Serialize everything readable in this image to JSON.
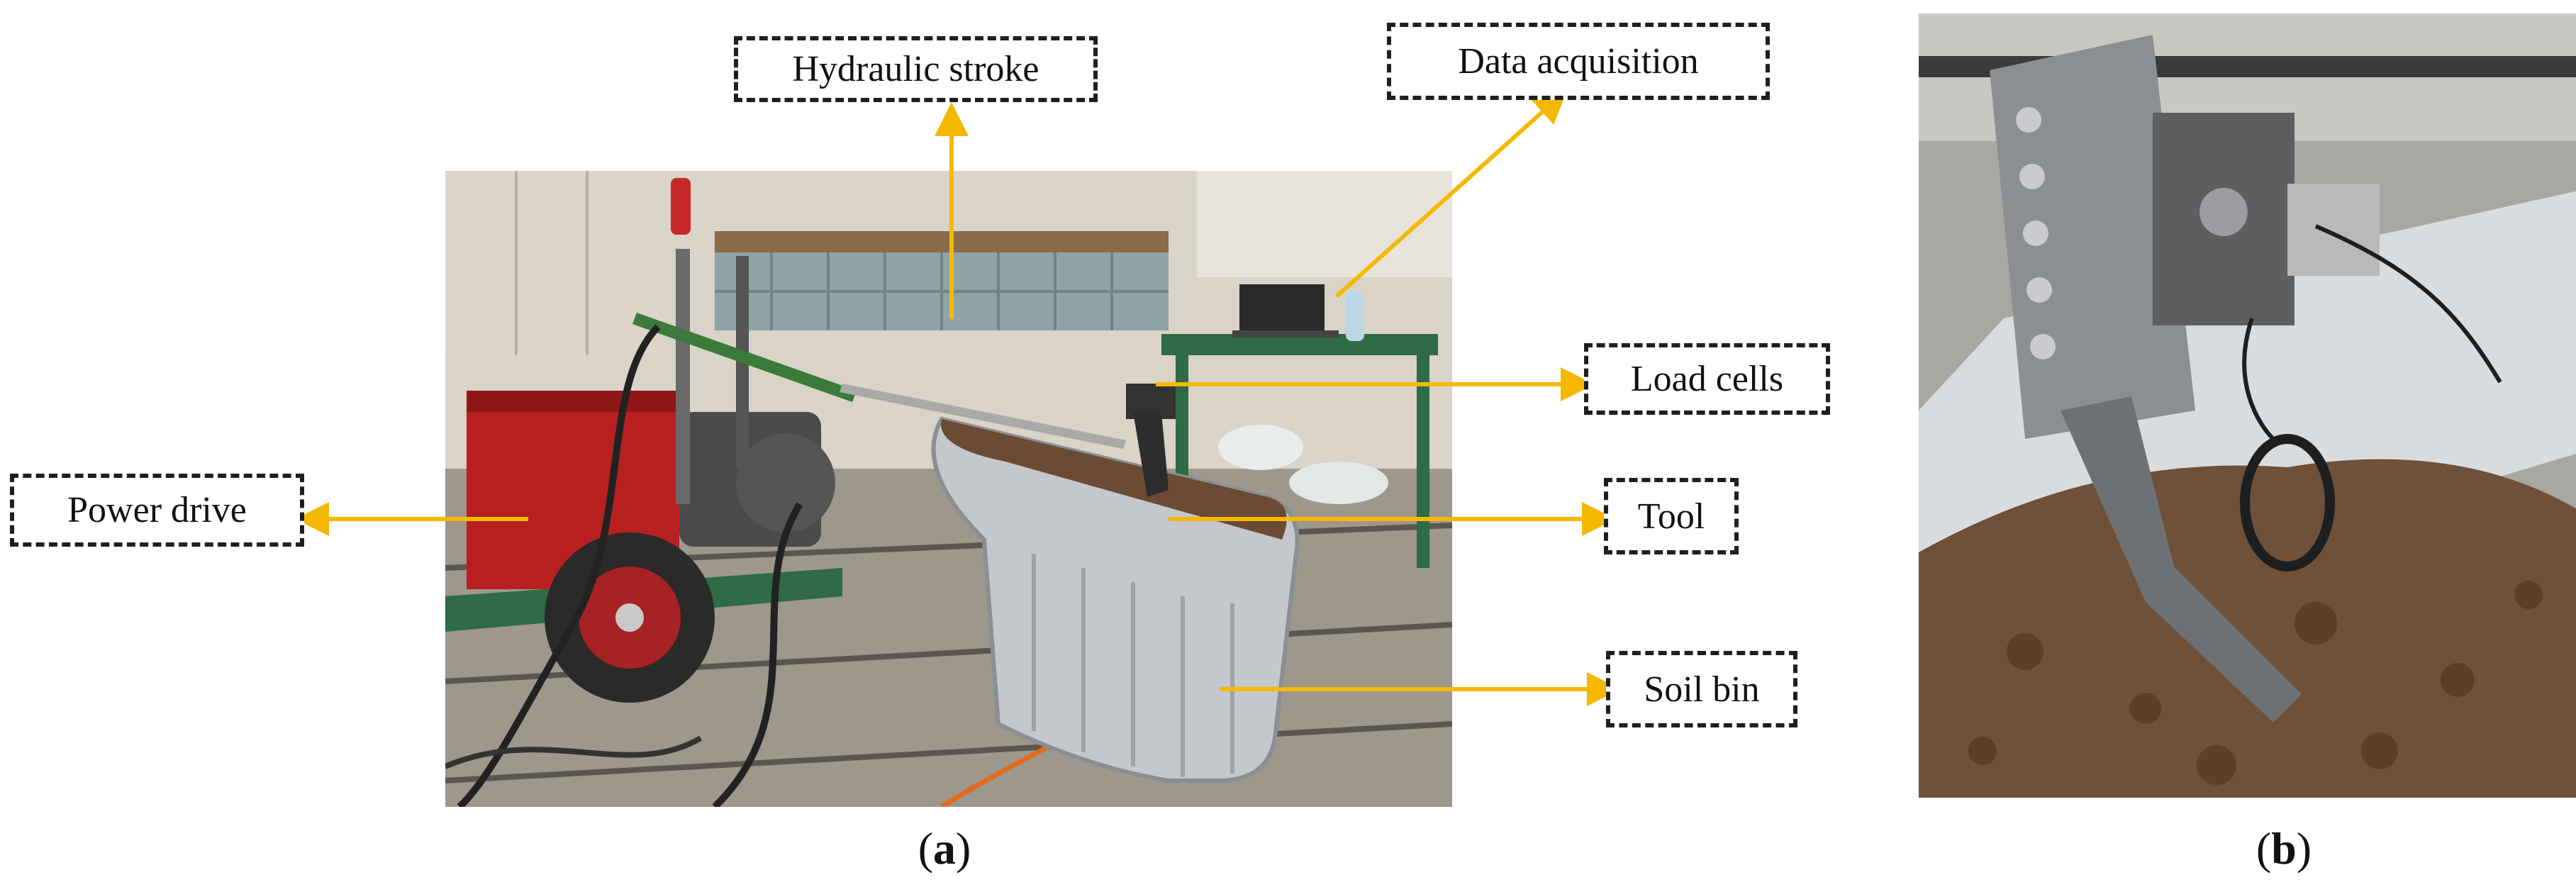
{
  "callouts": {
    "hydraulic_stroke": "Hydraulic stroke",
    "data_acquisition": "Data acquisition",
    "load_cells": "Load cells",
    "power_drive": "Power drive",
    "tool": "Tool",
    "soil_bin": "Soil bin"
  },
  "panels": {
    "a": "a",
    "b": "b"
  },
  "colors": {
    "arrow": "#f5b800",
    "callout_border": "#1f1f1f",
    "trough": "#c4c8cc",
    "soil": "#6b4b34",
    "machine": "#b82020",
    "cart": "#2f6b44"
  }
}
